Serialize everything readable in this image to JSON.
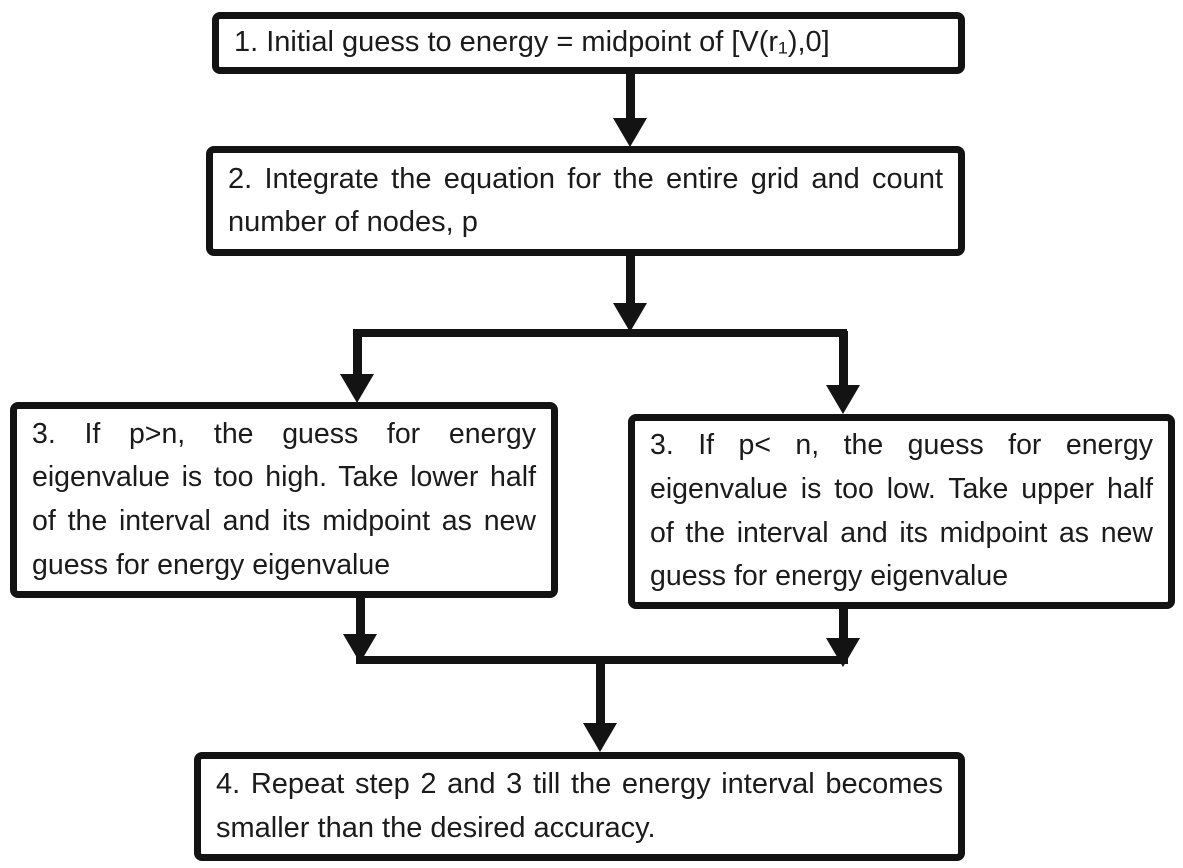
{
  "diagram": {
    "type": "flowchart",
    "background_color": "#ffffff",
    "line_color": "#131313",
    "text_color": "#1b1b1b",
    "nodes": [
      {
        "id": "step1",
        "text": "1. Initial guess to energy = midpoint of [V(r₁),0]"
      },
      {
        "id": "step2",
        "text": "2. Integrate the equation for the entire grid and count number of nodes, p"
      },
      {
        "id": "step3_left",
        "text": "3. If p>n,  the guess for energy eigenvalue is too high. Take lower half of the interval and its midpoint as new guess for energy eigenvalue"
      },
      {
        "id": "step3_right",
        "text": "3. If p< n,  the guess for energy eigenvalue is too low. Take upper half of the interval and its midpoint as new guess for energy eigenvalue"
      },
      {
        "id": "step4",
        "text": "4. Repeat step 2 and 3 till the energy interval becomes smaller than the desired accuracy."
      }
    ],
    "edges": [
      {
        "from": "step1",
        "to": "step2"
      },
      {
        "from": "step2",
        "to": "split"
      },
      {
        "from": "split",
        "to": "step3_left"
      },
      {
        "from": "split",
        "to": "step3_right"
      },
      {
        "from": "step3_left",
        "to": "merge"
      },
      {
        "from": "step3_right",
        "to": "merge"
      },
      {
        "from": "merge",
        "to": "step4"
      }
    ]
  }
}
